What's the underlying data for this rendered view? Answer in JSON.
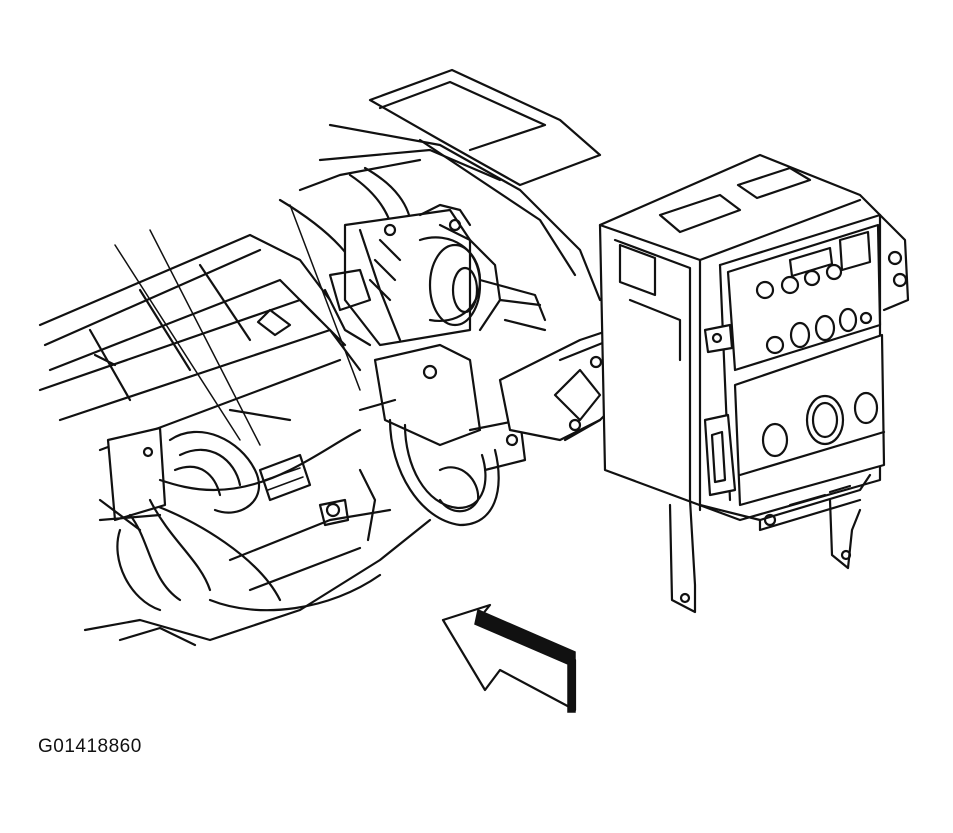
{
  "figure": {
    "id_label": "G01418860"
  },
  "colors": {
    "ink": "#111111",
    "background": "#ffffff"
  },
  "parts": [
    "dash-panel",
    "steering-column-lock-assembly",
    "mounting-bracket",
    "mounting-bolts",
    "instrument-panel-cluster",
    "wiring-harness",
    "indicator-arrow"
  ]
}
